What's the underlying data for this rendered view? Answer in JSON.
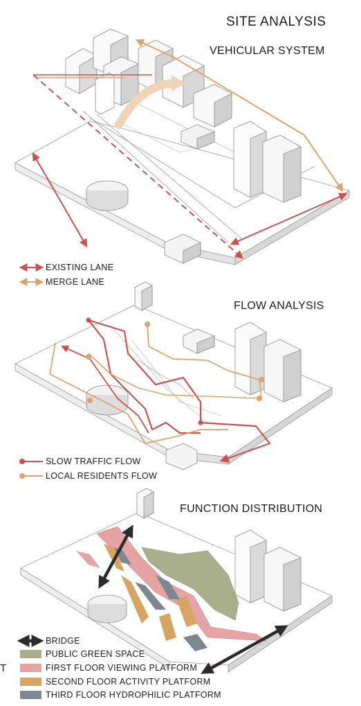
{
  "main_title": "SITE ANALYSIS",
  "sections": {
    "vehicular": {
      "title": "VEHICULAR SYSTEM",
      "legend": [
        {
          "label": "EXISTING LANE",
          "color": "#c9524e"
        },
        {
          "label": "MERGE LANE",
          "color": "#dca36a"
        }
      ]
    },
    "flow": {
      "title": "FLOW ANALYSIS",
      "legend": [
        {
          "label": "SLOW TRAFFIC FLOW",
          "color": "#c9524e"
        },
        {
          "label": "LOCAL RESIDENTS FLOW",
          "color": "#dca36a"
        }
      ]
    },
    "function": {
      "title": "FUNCTION DISTRIBUTION",
      "legend": [
        {
          "label": "BRIDGE",
          "color": "#2e2a2b"
        },
        {
          "label": "PUBLIC GREEN SPACE",
          "color": "#a9ae8b"
        },
        {
          "label": "FIRST FLOOR VIEWING PLATFORM",
          "color": "#e6a3a3"
        },
        {
          "label": "SECOND FLOOR ACTIVITY PLATFORM",
          "color": "#d6a463"
        },
        {
          "label": "THIRD FLOOR HYDROPHILIC PLATFORM",
          "color": "#7d8790"
        }
      ]
    }
  },
  "edge_fragment": "T"
}
